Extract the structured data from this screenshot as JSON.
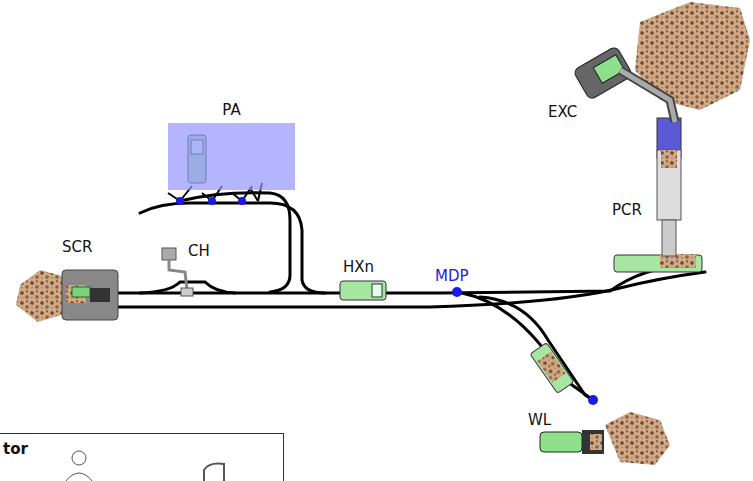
{
  "diagram": {
    "nodes": [
      {
        "text": [
          "PA"
        ]
      },
      {
        "text": [
          "tor"
        ]
      }
    ],
    "labels": [
      "SCR",
      "CH",
      "HXn",
      "MDP",
      "EXC",
      "PCR",
      "WL"
    ]
  }
}
